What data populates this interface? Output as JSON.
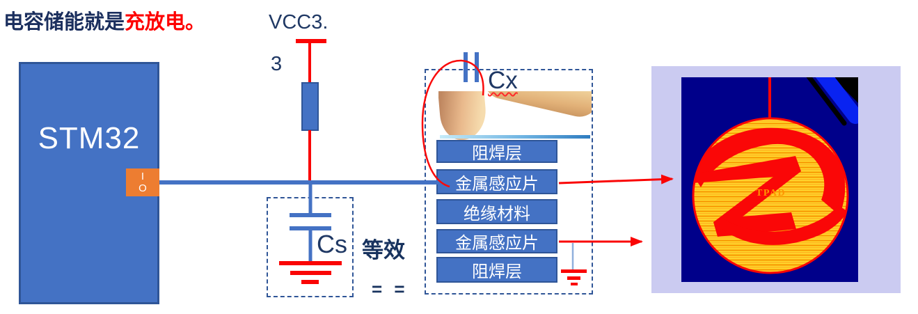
{
  "title": {
    "normal": "电容储能就是",
    "highlight": "充放电。"
  },
  "power": {
    "label_line1": "VCC3.",
    "label_line2": "3"
  },
  "mcu": {
    "label": "STM32",
    "io_line1": "I",
    "io_line2": "O"
  },
  "sampling_cap": {
    "label": "Cs"
  },
  "equivalence": {
    "label": "等效",
    "symbol": "= ="
  },
  "touch_cap": {
    "label": "Cx"
  },
  "layer_stack": [
    "阻焊层",
    "金属感应片",
    "绝缘材料",
    "金属感应片",
    "阻焊层"
  ],
  "pcb": {
    "pad_label": "TPAD"
  },
  "colors": {
    "accent_blue": "#4472C4",
    "border_blue": "#2F5597",
    "navy_text": "#1F3864",
    "wire_red": "#FA0505",
    "io_orange": "#ED7D31",
    "pcb_frame_lavender": "#CBCBF1",
    "pcb_board_navy": "#00008A",
    "pad_yellow": "#FFD92E",
    "pad_orange": "#F79500",
    "trace_blue": "#0923F1"
  }
}
